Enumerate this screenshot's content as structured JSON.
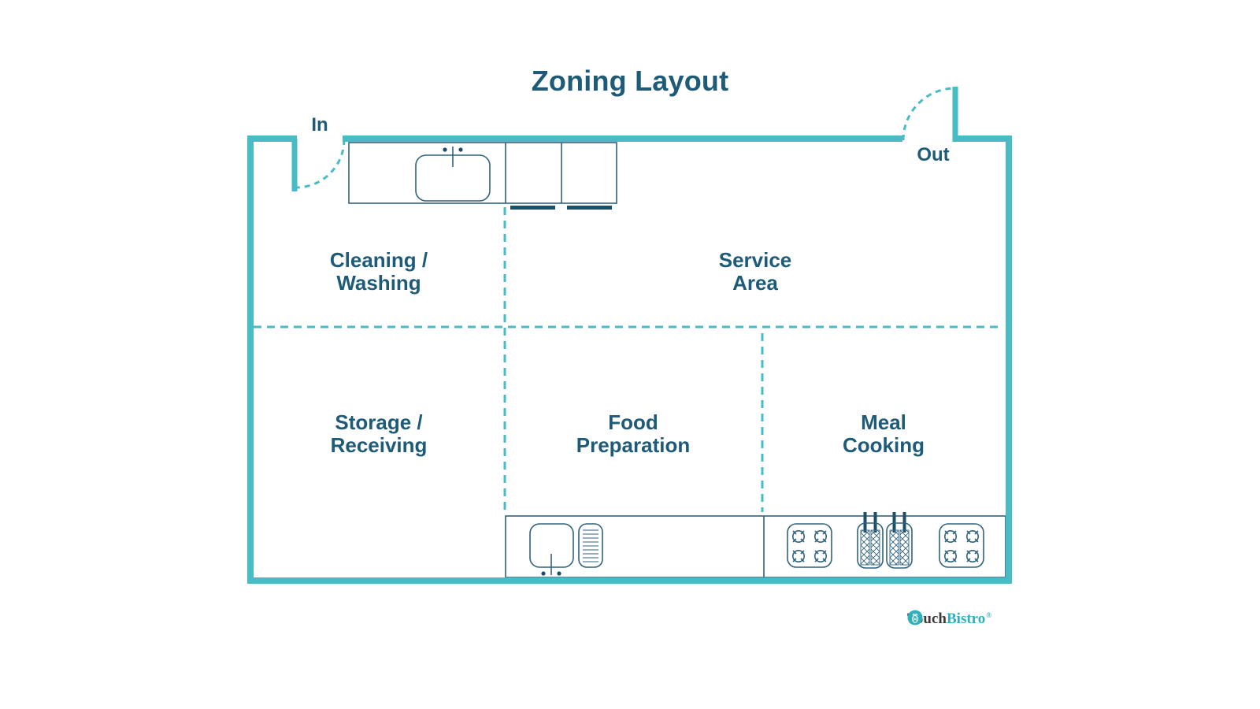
{
  "title": "Zoning Layout",
  "doors": {
    "in_label": "In",
    "out_label": "Out"
  },
  "zones": [
    {
      "id": "cleaning-washing",
      "line1": "Cleaning /",
      "line2": "Washing"
    },
    {
      "id": "service-area",
      "line1": "Service",
      "line2": "Area"
    },
    {
      "id": "storage-receiving",
      "line1": "Storage /",
      "line2": "Receiving"
    },
    {
      "id": "food-preparation",
      "line1": "Food",
      "line2": "Preparation"
    },
    {
      "id": "meal-cooking",
      "line1": "Meal",
      "line2": "Cooking"
    }
  ],
  "equipment_icons": [
    "wash-sink-icon",
    "dishwasher-icon",
    "dishwasher-icon",
    "prep-sink-icon",
    "prep-grate-icon",
    "stove-icon",
    "deep-fryer-icon",
    "deep-fryer-icon",
    "stove-icon",
    "pineapple-logo-icon"
  ],
  "logo": {
    "brand_touch": "Touch",
    "brand_bistro": "Bistro",
    "mark": "®"
  },
  "colors": {
    "wall_teal": "#47BCC5",
    "label_text": "#1D5B78",
    "equipment_outline": "#30627D",
    "equipment_dark": "#1D4E66",
    "logo_teal": "#2FB0BB",
    "logo_text_dark": "#3A3A3A",
    "background": "#FFFFFF"
  }
}
